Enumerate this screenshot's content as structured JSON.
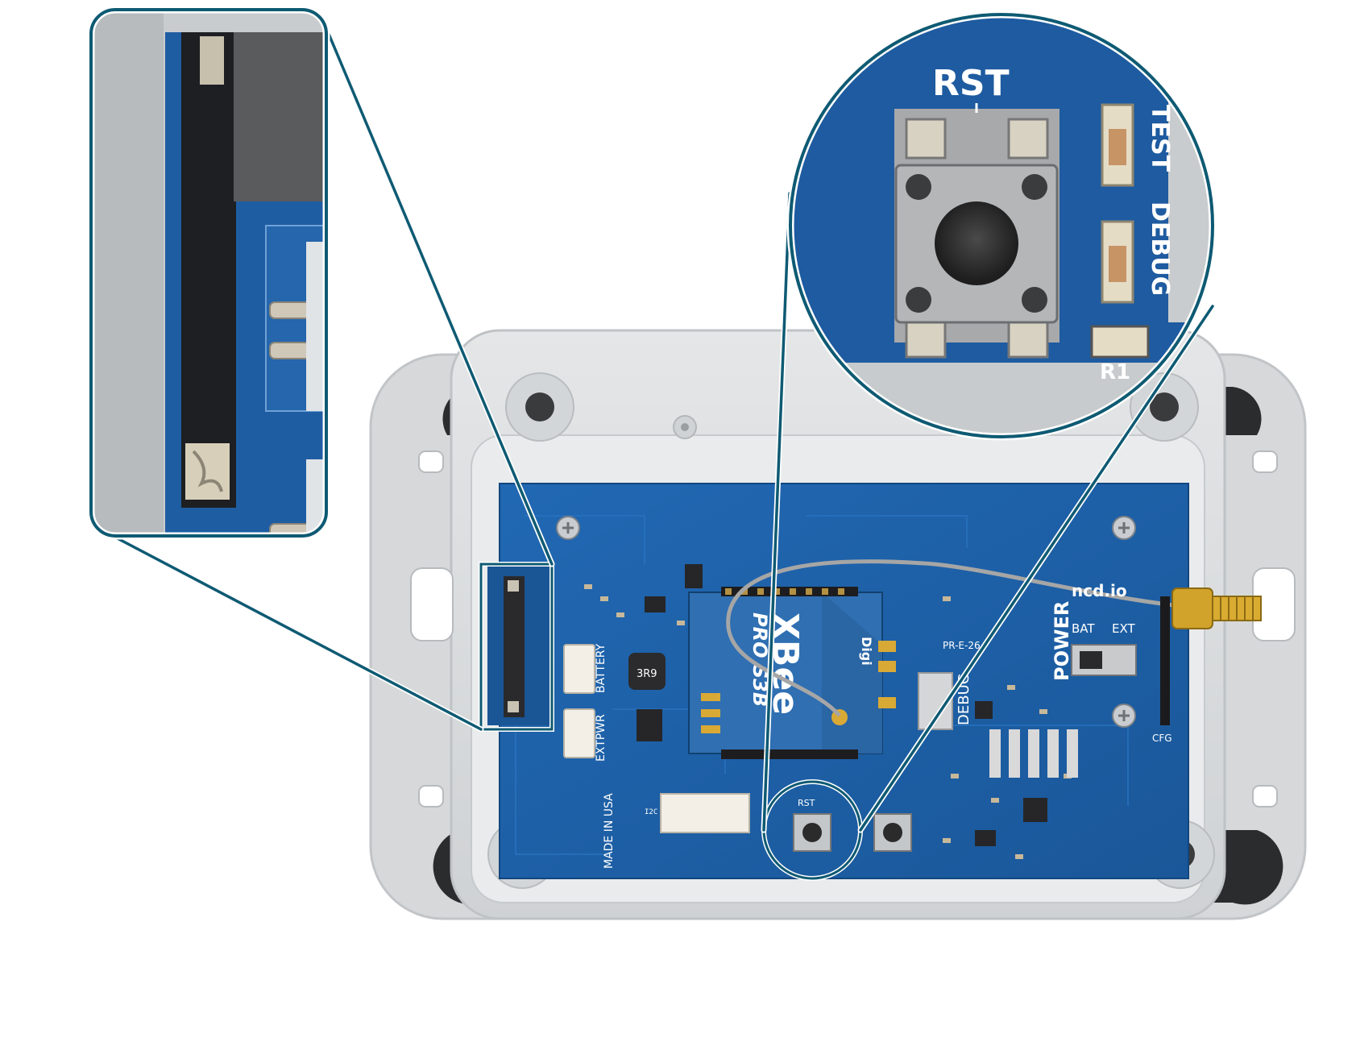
{
  "board": {
    "brand": "ncd.io",
    "xbee_brand": "XBee",
    "xbee_model": "PRO S3B",
    "digi_logo": "Digi",
    "power_label": "POWER",
    "bat_label": "BAT",
    "ext_label": "EXT",
    "battery_label": "BATTERY",
    "extpwr_label": "EXTPWR",
    "debug_label": "DEBUG",
    "made_in_label": "MADE IN USA",
    "cfg_label": "CFG",
    "rst_label": "RST",
    "i2c_label": "I2C",
    "part_label": "PR-E-26",
    "inductor_label": "3R9"
  },
  "zoom_right": {
    "rst_label": "RST",
    "test_label": "TEST",
    "debug_label": "DEBUG",
    "r1_label": "R1"
  },
  "colors": {
    "pcb_blue": "#1d5fa8",
    "callout_teal": "#0e5a73",
    "enclosure_grey": "#dadcdd"
  }
}
